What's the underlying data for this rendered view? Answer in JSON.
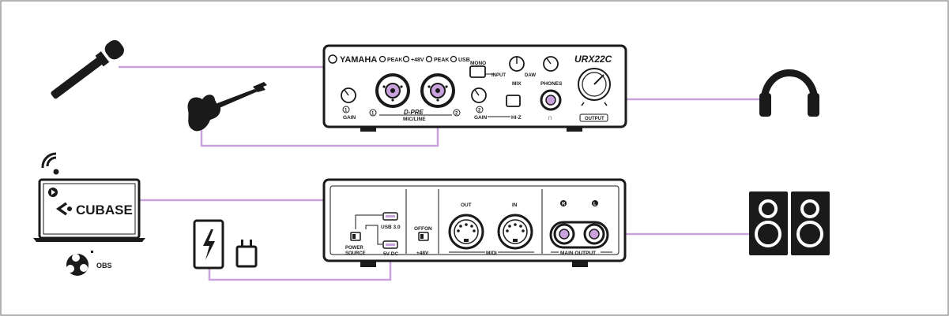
{
  "colors": {
    "cable": "#c9a2dd",
    "device": "#1a1a1a",
    "panel": "#ffffff",
    "border": "#9a9a9a"
  },
  "front_panel": {
    "brand": "YAMAHA",
    "model": "URX22C",
    "peak_1": "PEAK",
    "phantom": "+48V",
    "peak_2": "PEAK",
    "usb": "USB",
    "mono": "MONO",
    "input": "INPUT",
    "daw": "DAW",
    "mix": "MIX",
    "phones": "PHONES",
    "gain_1": "GAIN",
    "gain_2": "GAIN",
    "ch_1": "1",
    "ch_2": "2",
    "dpre": "D-PRE",
    "micline": "MIC/LINE",
    "hiz": "HI-Z",
    "output": "OUTPUT",
    "phones_symbol": "∩"
  },
  "rear_panel": {
    "usb3": "USB 3.0",
    "power_source": "POWER\nSOURCE",
    "power_source_line1": "POWER",
    "power_source_line2": "SOURCE",
    "dc": "5V DC",
    "off": "OFF",
    "on": "ON",
    "phantom": "+48V",
    "midi_out": "OUT",
    "midi_in": "IN",
    "midi": "MIDI",
    "r": "R",
    "l": "L",
    "main_output": "MAIN OUTPUT"
  },
  "peripherals": {
    "daw": "CUBASE",
    "obs": "OBS"
  },
  "icons": [
    "microphone-icon",
    "electric-guitar-icon",
    "headphones-icon",
    "wifi-icon",
    "laptop-icon",
    "play-icon",
    "obs-logo-icon",
    "battery-pack-icon",
    "power-plug-icon",
    "studio-monitors-icon"
  ]
}
